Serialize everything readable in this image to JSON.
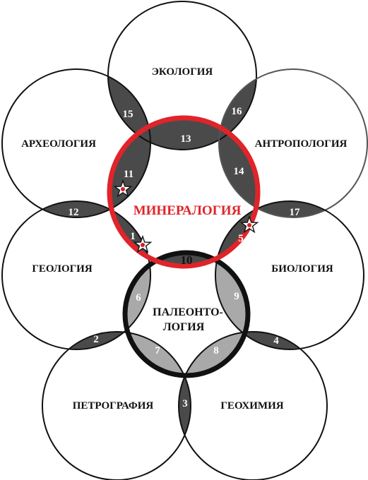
{
  "diagram": {
    "disciplines": {
      "ecology": "ЭКОЛОГИЯ",
      "archaeology": "АРХЕОЛОГИЯ",
      "anthropology": "АНТРОПОЛОГИЯ",
      "mineralogy": "МИНЕРАЛОГИЯ",
      "geology": "ГЕОЛОГИЯ",
      "biology": "БИОЛОГИЯ",
      "paleontology_line1": "ПАЛЕОНТО-",
      "paleontology_line2": "ЛОГИЯ",
      "petrography": "ПЕТРОГРАФИЯ",
      "geochemistry": "ГЕОХИМИЯ"
    },
    "zones": {
      "z1": "1",
      "z2": "2",
      "z3": "3",
      "z4": "4",
      "z5": "5",
      "z6": "6",
      "z7": "7",
      "z8": "8",
      "z9": "9",
      "z10": "10",
      "z11": "11",
      "z12": "12",
      "z13": "13",
      "z14": "14",
      "z15": "15",
      "z16": "16",
      "z17": "17"
    },
    "colors": {
      "mineralogy_ring": "#e0242a",
      "paleontology_ring": "#111111",
      "dark_overlap": "#4a4a4a",
      "light_overlap": "#a9a9a9",
      "star_dot": "#d42027"
    }
  }
}
